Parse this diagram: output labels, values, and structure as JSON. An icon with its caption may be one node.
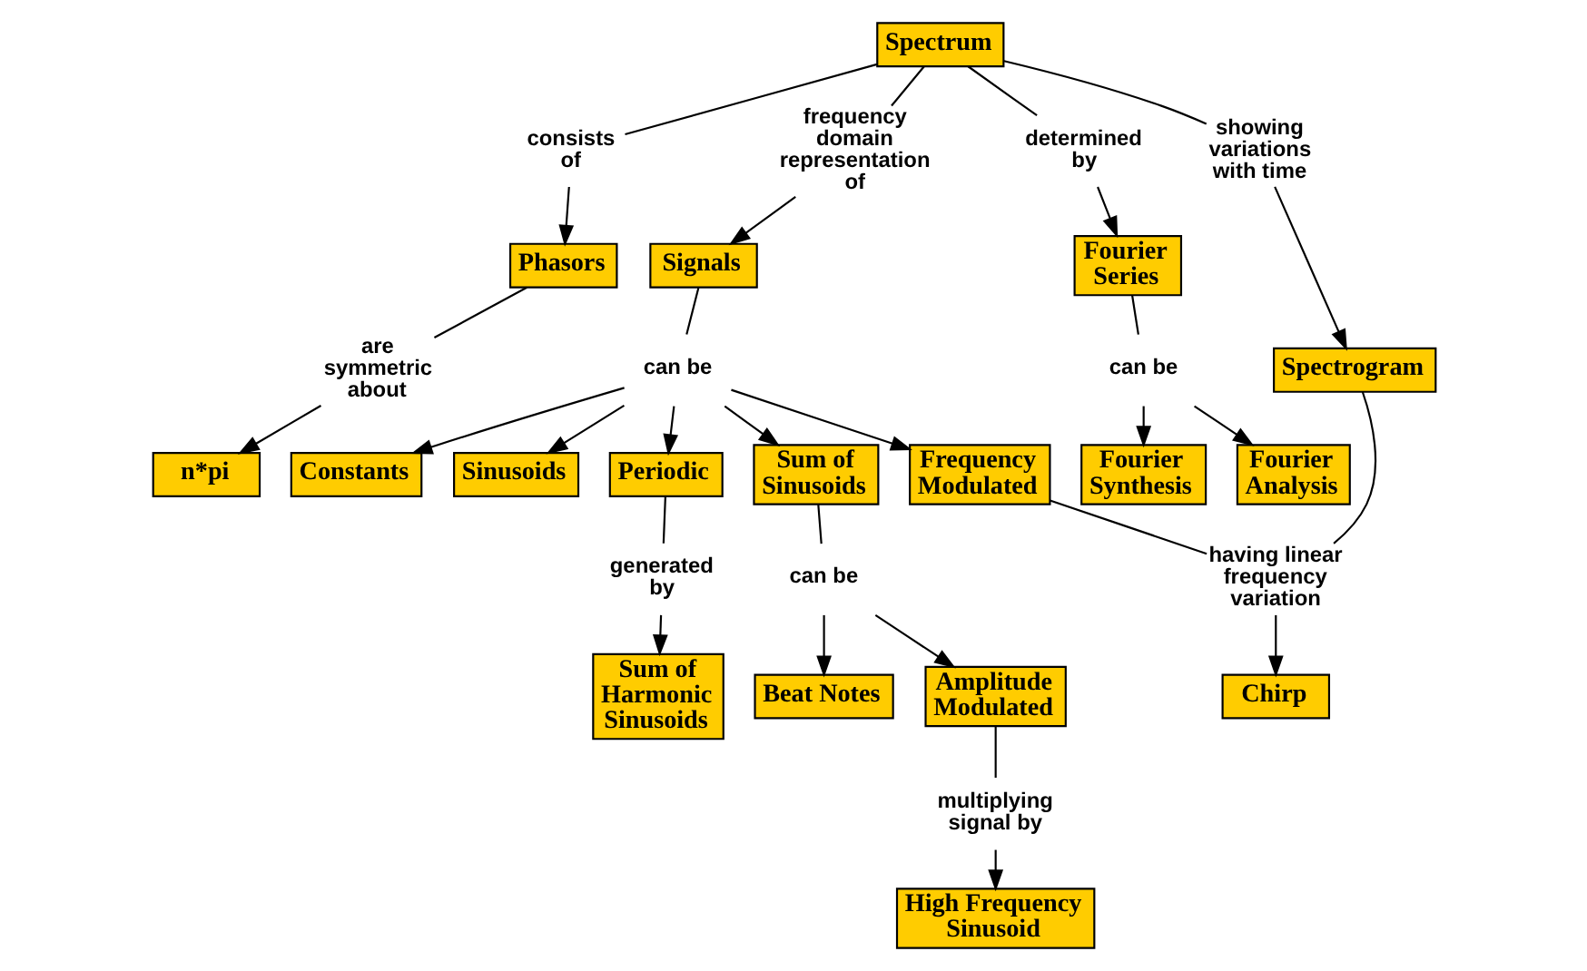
{
  "diagram": {
    "nodes": [
      {
        "text": [
          "Spectrum"
        ]
      },
      {
        "text": [
          "consists of"
        ]
      },
      {
        "text": [
          "frequency domain representation of"
        ]
      },
      {
        "text": [
          "determined by"
        ]
      },
      {
        "text": [
          "showing variations with time"
        ]
      },
      {
        "text": [
          "Phasors"
        ]
      },
      {
        "text": [
          "Fourier Series"
        ]
      },
      {
        "text": [
          "Signals"
        ]
      },
      {
        "text": [
          "Spectrogram"
        ]
      },
      {
        "text": [
          "are symmetric about"
        ]
      },
      {
        "text": [
          "can be"
        ]
      },
      {
        "text": [
          "can be"
        ]
      },
      {
        "text": [
          "n*pi"
        ]
      },
      {
        "text": [
          "Fourier Synthesis"
        ]
      },
      {
        "text": [
          "Fourier Analysis"
        ]
      },
      {
        "text": [
          "Constants"
        ]
      },
      {
        "text": [
          "Sum of Sinusoids"
        ]
      },
      {
        "text": [
          "Frequency Modulated"
        ]
      },
      {
        "text": [
          "Sinusoids"
        ]
      },
      {
        "text": [
          "Periodic"
        ]
      },
      {
        "text": [
          "can be"
        ]
      },
      {
        "text": [
          "Beat Notes"
        ]
      },
      {
        "text": [
          "Amplitude Modulated"
        ]
      },
      {
        "text": [
          "generated by"
        ]
      },
      {
        "text": [
          "having linear frequency variation"
        ]
      },
      {
        "text": [
          "Sum of Harmonic Sinusoids"
        ]
      },
      {
        "text": [
          "multiplying signal by"
        ]
      },
      {
        "text": [
          "High Frequency Sinusoid"
        ]
      },
      {
        "text": [
          "Chirp"
        ]
      }
    ],
    "edges": [
      {
        "from": 0,
        "to": 1,
        "arrow": "none"
      },
      {
        "from": 1,
        "to": 5,
        "arrow": "to"
      },
      {
        "from": 0,
        "to": 2,
        "arrow": "none"
      },
      {
        "from": 2,
        "to": 7,
        "arrow": "to"
      },
      {
        "from": 0,
        "to": 3,
        "arrow": "none"
      },
      {
        "from": 3,
        "to": 6,
        "arrow": "to"
      },
      {
        "from": 0,
        "to": 4,
        "arrow": "none"
      },
      {
        "from": 4,
        "to": 8,
        "arrow": "to"
      },
      {
        "from": 5,
        "to": 9,
        "arrow": "none"
      },
      {
        "from": 9,
        "to": 12,
        "arrow": "to"
      },
      {
        "from": 7,
        "to": 11,
        "arrow": "none"
      },
      {
        "from": 11,
        "to": 15,
        "arrow": "to"
      },
      {
        "from": 11,
        "to": 18,
        "arrow": "to"
      },
      {
        "from": 11,
        "to": 19,
        "arrow": "to"
      },
      {
        "from": 11,
        "to": 16,
        "arrow": "to"
      },
      {
        "from": 11,
        "to": 17,
        "arrow": "to"
      },
      {
        "from": 6,
        "to": 10,
        "arrow": "none"
      },
      {
        "from": 10,
        "to": 13,
        "arrow": "to"
      },
      {
        "from": 10,
        "to": 14,
        "arrow": "to"
      },
      {
        "from": 16,
        "to": 20,
        "arrow": "none"
      },
      {
        "from": 20,
        "to": 21,
        "arrow": "to"
      },
      {
        "from": 20,
        "to": 22,
        "arrow": "to"
      },
      {
        "from": 19,
        "to": 23,
        "arrow": "none"
      },
      {
        "from": 23,
        "to": 25,
        "arrow": "to"
      },
      {
        "from": 22,
        "to": 26,
        "arrow": "none"
      },
      {
        "from": 26,
        "to": 27,
        "arrow": "to"
      },
      {
        "from": 17,
        "to": 24,
        "arrow": "none"
      },
      {
        "from": 8,
        "to": 24,
        "arrow": "none"
      },
      {
        "from": 24,
        "to": 28,
        "arrow": "to"
      }
    ]
  }
}
